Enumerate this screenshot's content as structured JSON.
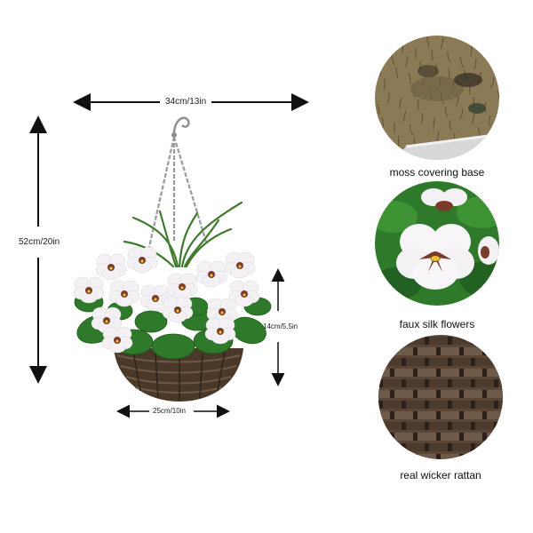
{
  "dimensions": {
    "overall_width": "34cm/13in",
    "overall_height": "52cm/20in",
    "basket_height": "14cm/5.5in",
    "basket_width": "25cm/10in"
  },
  "features": [
    {
      "caption": "moss covering base",
      "icon": "moss-texture"
    },
    {
      "caption": "faux silk flowers",
      "icon": "pansy-flower"
    },
    {
      "caption": "real wicker rattan",
      "icon": "wicker-weave"
    }
  ],
  "colors": {
    "flower_petal": "#f4f1f4",
    "flower_eye": "#7a3b2a",
    "flower_center": "#e6c030",
    "leaf": "#2f7a2a",
    "wicker": "#5a4636",
    "moss": "#8a7a55",
    "chain": "#9a9a9a"
  }
}
